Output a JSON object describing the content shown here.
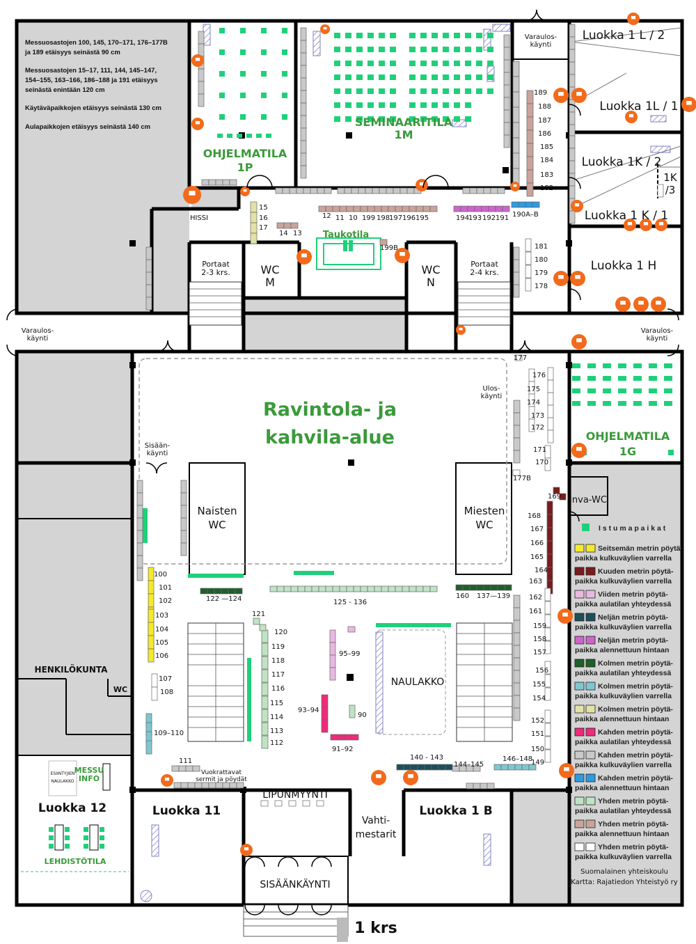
{
  "notes": [
    "Messuosastojen 100, 145, 170–171, 176–177B",
    "ja 189 etäisyys seinästä 90 cm",
    "Messuosastojen 15–17, 111, 144, 145–147,",
    "154–155, 163–166, 186–188 ja 191 etäisyys",
    "seinästä enintään 120 cm",
    "Käytäväpaikkojen etäisyys seinästä 130 cm",
    "Aulapaikkojen etäisyys seinästä 140 cm"
  ],
  "rooms": {
    "ohjelmatila_1p_a": "OHJELMATILA",
    "ohjelmatila_1p_b": "1P",
    "seminaaritila_a": "SEMINAARITILA",
    "seminaaritila_b": "1M",
    "varaulos_top_a": "Varaulos-",
    "varaulos_top_b": "käynti",
    "luokka_1l2": "Luokka 1 L / 2",
    "luokka_1l1": "Luokka 1L / 1",
    "luokka_1k2": "Luokka 1K / 2",
    "luokka_1k3_a": "1K",
    "luokka_1k3_b": "/3",
    "luokka_1k1": "Luokka 1 K / 1",
    "luokka_1h": "Luokka 1 H",
    "hissi": "HISSI",
    "taukotila": "Taukotila",
    "portaat_left_a": "Portaat",
    "portaat_left_b": "2-3 krs.",
    "portaat_right_a": "Portaat",
    "portaat_right_b": "2-4 krs.",
    "wc_m_a": "WC",
    "wc_m_b": "M",
    "wc_n_a": "WC",
    "wc_n_b": "N",
    "varaulos_left_a": "Varaulos-",
    "varaulos_left_b": "käynti",
    "varaulos_right_a": "Varaulos-",
    "varaulos_right_b": "käynti",
    "ravintola_a": "Ravintola- ja",
    "ravintola_b": "kahvila-alue",
    "ulos_a": "Ulos-",
    "ulos_b": "käynti",
    "sisaan_a": "Sisään-",
    "sisaan_b": "käynti",
    "ohjelmatila_1g_a": "OHJELMATILA",
    "ohjelmatila_1g_b": "1G",
    "naisten_a": "Naisten",
    "naisten_b": "WC",
    "miesten_a": "Miesten",
    "miesten_b": "WC",
    "inva_wc": "Inva-WC",
    "henkilokunta": "HENKILÖKUNTA",
    "wc_small": "WC",
    "naulakko": "NAULAKKO",
    "esiintyjien_a": "ESIINTYJIEN",
    "esiintyjien_b": "NAULAKKO",
    "messu_a": "MESSU",
    "messu_b": "INFO",
    "luokka_12": "Luokka 12",
    "lehdistotila": "LEHDISTÖTILA",
    "luokka_11": "Luokka 11",
    "vuokrattavat_a": "Vuokrattavat",
    "vuokrattavat_b": "sermit ja pöydät",
    "lipunmyynti": "LIPUNMYYNTI",
    "vahti_a": "Vahti-",
    "vahti_b": "mestarit",
    "luokka_1b": "Luokka 1 B",
    "sisaankaynti": "SISÄÄNKÄYNTI",
    "floor": "1 krs"
  },
  "booths": {
    "b189": "189",
    "b188": "188",
    "b187": "187",
    "b186": "186",
    "b185": "185",
    "b184": "184",
    "b183": "183",
    "b182": "182",
    "b15": "15",
    "b16": "16",
    "b17": "17",
    "b14": "14",
    "b13": "13",
    "b12": "12",
    "b11": "11",
    "b10": "10",
    "b199": "199",
    "b198": "198",
    "b197": "197",
    "b196": "196",
    "b195": "195",
    "b199b": "199B",
    "b194": "194",
    "b193": "193",
    "b192": "192",
    "b191": "191",
    "b190ab": "190A–B",
    "b181": "181",
    "b180": "180",
    "b179": "179",
    "b178": "178",
    "b177": "177",
    "b176": "176",
    "b175": "175",
    "b174": "174",
    "b173": "173",
    "b172": "172",
    "b171": "171",
    "b170": "170",
    "b177b": "177B",
    "b169": "169",
    "b168": "168",
    "b167": "167",
    "b166": "166",
    "b165": "165",
    "b164": "164",
    "b163": "163",
    "b162": "162",
    "b161": "161",
    "b160": "160",
    "b159": "159",
    "b158": "158",
    "b157": "157",
    "b156": "156",
    "b155": "155",
    "b154": "154",
    "b152": "152",
    "b151": "151",
    "b150": "150",
    "b149": "149",
    "b146_148": "146–148",
    "b144_145": "144–145",
    "b140_143": "140 - 143",
    "b137_139": "137—139",
    "b125_136": "125 - 136",
    "b122_124": "122 —124",
    "b121": "121",
    "b120": "120",
    "b119": "119",
    "b118": "118",
    "b117": "117",
    "b116": "116",
    "b115": "115",
    "b114": "114",
    "b113": "113",
    "b112": "112",
    "b111": "111",
    "b109_110": "109–110",
    "b108": "108",
    "b107": "107",
    "b106": "106",
    "b105": "105",
    "b104": "104",
    "b103": "103",
    "b102": "102",
    "b101": "101",
    "b100": "100",
    "b95_99": "95–99",
    "b93_94": "93–94",
    "b91_92": "91–92",
    "b90": "90"
  },
  "legend": {
    "seating": "I s t u m a p a i k a t",
    "items": [
      {
        "l1": "Seitsemän metrin pöytä-",
        "l2": "paikka kulkuväylien varrella",
        "color": "#f5ea2a"
      },
      {
        "l1": "Kuuden metrin pöytä-",
        "l2": "paikka kulkuväylien varrella",
        "color": "#7a1c1c"
      },
      {
        "l1": "Viiden metrin pöytä-",
        "l2": "paikka aulatilan yhteydessä",
        "color": "#e9b8e0"
      },
      {
        "l1": "Neljän metrin pöytä-",
        "l2": "paikka kulkuväylien varrella",
        "color": "#1d4f5a"
      },
      {
        "l1": "Neljän metrin pöytä-",
        "l2": "paikka alennettuun hintaan",
        "color": "#cc66cc"
      },
      {
        "l1": "Kolmen metrin pöytä-",
        "l2": "paikka aulatilan yhteydessä",
        "color": "#1f5f2a"
      },
      {
        "l1": "Kolmen metrin pöytä-",
        "l2": "paikka kulkuväylien varrella",
        "color": "#7ec7d0"
      },
      {
        "l1": "Kolmen metrin pöytä-",
        "l2": "paikka alennettuun hintaan",
        "color": "#e2e2a6"
      },
      {
        "l1": "Kahden metrin pöytä-",
        "l2": "paikka aulatilan yhteydessä",
        "color": "#ee2b7a"
      },
      {
        "l1": "Kahden metrin pöytä-",
        "l2": "paikka kulkuväylien varrella",
        "color": "#c9c9c9"
      },
      {
        "l1": "Kahden metrin pöytä-",
        "l2": "paikka alennettuun hintaan",
        "color": "#2e9be0"
      },
      {
        "l1": "Yhden metrin pöytä-",
        "l2": "paikka aulatilan yhteydessä",
        "color": "#bfe3c4"
      },
      {
        "l1": "Yhden metrin pöytä-",
        "l2": "paikka alennettuun hintaan",
        "color": "#c9a49a"
      },
      {
        "l1": "Yhden metrin pöytä-",
        "l2": "paikka kulkuväylien varrella",
        "color": "#ffffff"
      }
    ]
  },
  "credits": {
    "school": "Suomalainen yhteiskoulu",
    "map": "Kartta: Rajatiedon Yhteistyö ry"
  },
  "colors": {
    "seat_green": "#1fd07a",
    "label_green": "#3a9a3a",
    "outlet_orange": "#f26a1b",
    "wall": "#000000",
    "service_gray": "#d4d4d4"
  }
}
